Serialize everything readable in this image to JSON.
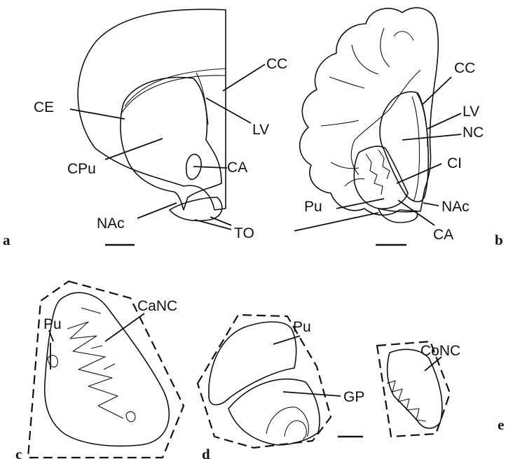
{
  "figure": {
    "panel_a": {
      "letter": "a",
      "labels": {
        "cc": "CC",
        "ce": "CE",
        "lv": "LV",
        "cpu": "CPu",
        "ca": "CA",
        "nac": "NAc",
        "to": "TO"
      }
    },
    "panel_b": {
      "letter": "b",
      "labels": {
        "cc": "CC",
        "lv": "LV",
        "nc": "NC",
        "ci": "CI",
        "pu": "Pu",
        "nac": "NAc",
        "ca": "CA"
      }
    },
    "panel_c": {
      "letter": "c",
      "labels": {
        "pu": "Pu",
        "canc": "CaNC"
      }
    },
    "panel_d": {
      "letter": "d",
      "labels": {
        "pu": "Pu",
        "gp": "GP"
      }
    },
    "panel_e": {
      "letter": "e",
      "labels": {
        "conc": "CoNC"
      }
    }
  }
}
